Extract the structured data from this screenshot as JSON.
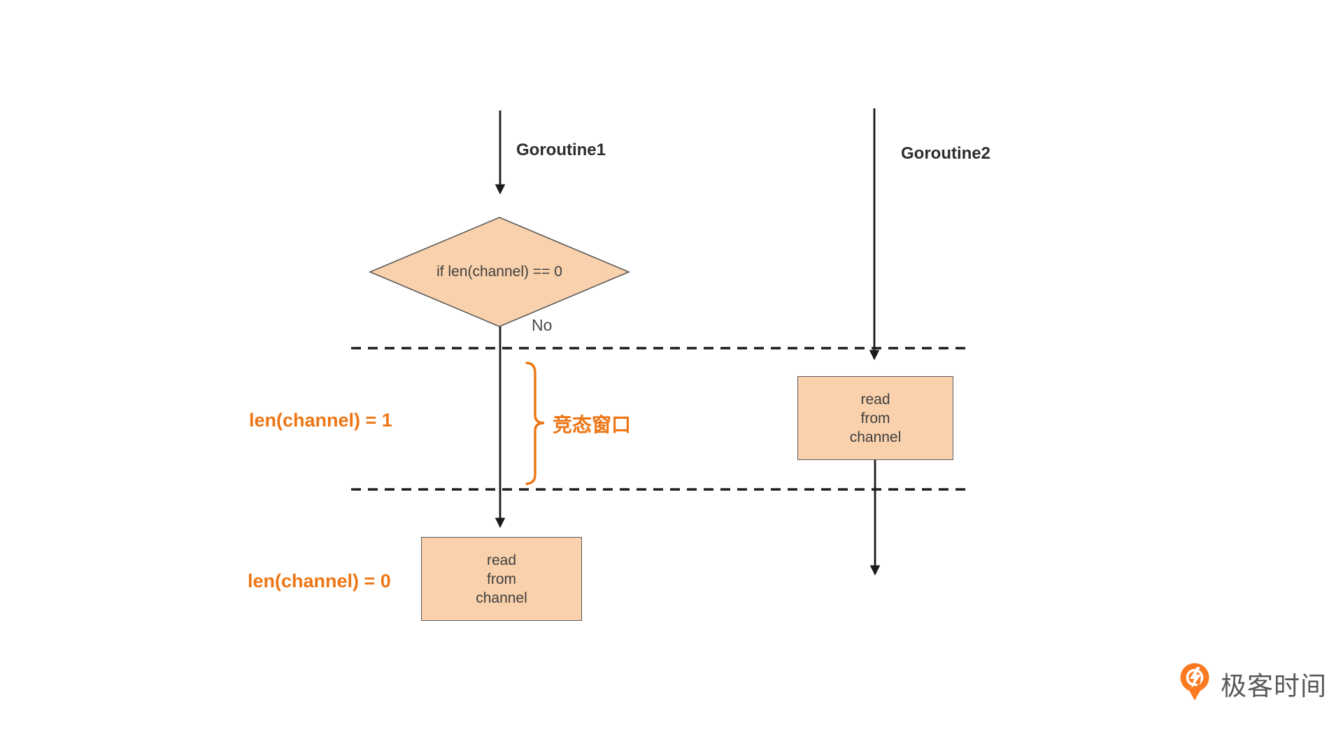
{
  "diagram": {
    "title_hint": "channel race-condition flow",
    "colors": {
      "background": "#ffffff",
      "shape_fill": "#F9D1AC",
      "shape_border": "#5b5b5b",
      "arrow_line": "#1a1a1a",
      "accent_orange": "#ED7615",
      "text_dark": "#3f3f3f",
      "brand_gray": "#58595b",
      "brand_orange": "#FB7A21"
    },
    "lanes": [
      {
        "label": "Goroutine1"
      },
      {
        "label": "Goroutine2"
      }
    ],
    "decision": {
      "label": "if len(channel) == 0",
      "branch_label": "No"
    },
    "boxes": {
      "goroutine1_read": {
        "lines": [
          "read",
          "from",
          "channel"
        ]
      },
      "goroutine2_read": {
        "lines": [
          "read",
          "from",
          "channel"
        ]
      }
    },
    "annotations": {
      "race_window_label": "竞态窗口",
      "channel_len_1": "len(channel) = 1",
      "channel_len_0": "len(channel) = 0"
    }
  },
  "footer": {
    "brand": "极客时间",
    "logo_icon": "geektime-pin-logo"
  }
}
